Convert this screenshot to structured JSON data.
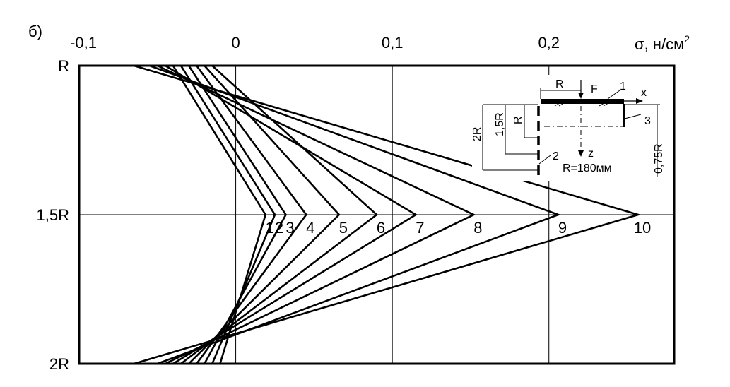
{
  "panel_label": "б)",
  "chart_data": {
    "type": "line",
    "xlabel": "σ, н/см",
    "xlabel_sup": "2",
    "x_tick_labels": [
      "-0,1",
      "0",
      "0,1",
      "0,2"
    ],
    "x_ticks": [
      -0.1,
      0,
      0.1,
      0.2
    ],
    "xlim": [
      -0.1,
      0.28
    ],
    "y_tick_labels": [
      "R",
      "1,5R",
      "2R"
    ],
    "y_ticks": [
      1.0,
      1.5,
      2.0
    ],
    "ylim": [
      1.0,
      2.0
    ],
    "grid": true,
    "series": [
      {
        "name": "1",
        "points": [
          [
            -0.04,
            1.0
          ],
          [
            0.019,
            1.5
          ],
          [
            -0.01,
            2.0
          ]
        ]
      },
      {
        "name": "2",
        "points": [
          [
            -0.035,
            1.0
          ],
          [
            0.025,
            1.5
          ],
          [
            -0.015,
            2.0
          ]
        ]
      },
      {
        "name": "3",
        "points": [
          [
            -0.03,
            1.0
          ],
          [
            0.032,
            1.5
          ],
          [
            -0.02,
            2.0
          ]
        ]
      },
      {
        "name": "4",
        "points": [
          [
            -0.025,
            1.0
          ],
          [
            0.045,
            1.5
          ],
          [
            -0.025,
            2.0
          ]
        ]
      },
      {
        "name": "5",
        "points": [
          [
            -0.02,
            1.0
          ],
          [
            0.066,
            1.5
          ],
          [
            -0.03,
            2.0
          ]
        ]
      },
      {
        "name": "6",
        "points": [
          [
            -0.015,
            1.0
          ],
          [
            0.09,
            1.5
          ],
          [
            -0.035,
            2.0
          ]
        ]
      },
      {
        "name": "7",
        "points": [
          [
            -0.045,
            1.0
          ],
          [
            0.115,
            1.5
          ],
          [
            -0.04,
            2.0
          ]
        ]
      },
      {
        "name": "8",
        "points": [
          [
            -0.05,
            1.0
          ],
          [
            0.152,
            1.5
          ],
          [
            -0.045,
            2.0
          ]
        ]
      },
      {
        "name": "9",
        "points": [
          [
            -0.055,
            1.0
          ],
          [
            0.206,
            1.5
          ],
          [
            -0.05,
            2.0
          ]
        ]
      },
      {
        "name": "10",
        "points": [
          [
            -0.065,
            1.0
          ],
          [
            0.257,
            1.5
          ],
          [
            -0.065,
            2.0
          ]
        ]
      }
    ],
    "curve_labels": [
      "1",
      "2",
      "3",
      "4",
      "5",
      "6",
      "7",
      "8",
      "9",
      "10"
    ]
  },
  "inset": {
    "labels": {
      "R_top": "R",
      "F": "F",
      "x": "x",
      "z": "z",
      "num1": "1",
      "num2": "2",
      "num3": "3",
      "dim_2R": "2R",
      "dim_15R": "1,5R",
      "dim_R": "R",
      "dim_075R": "0,75R",
      "radius_note": "R=180мм"
    }
  }
}
